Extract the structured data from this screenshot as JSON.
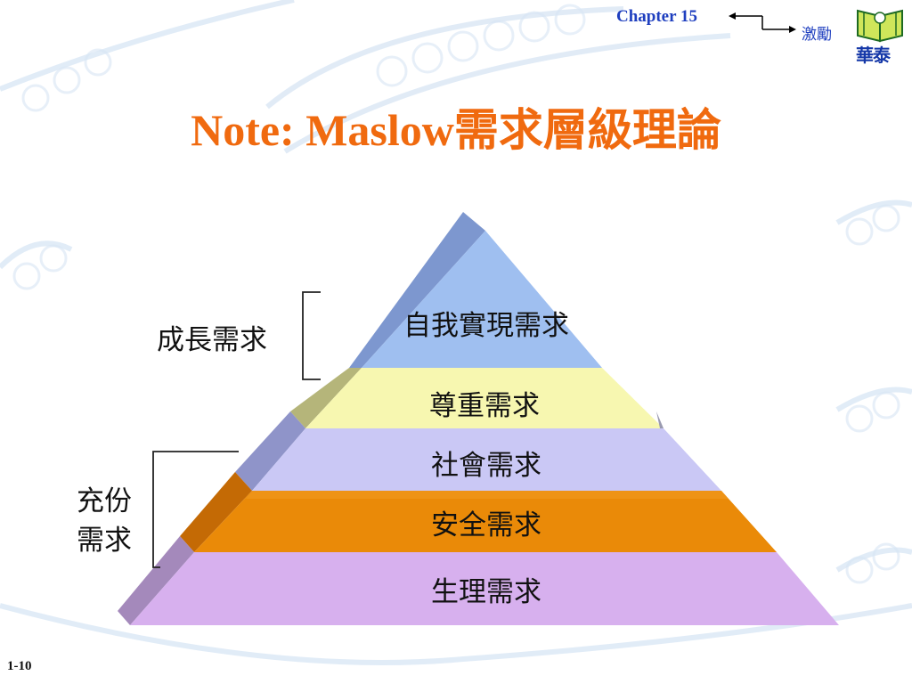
{
  "header": {
    "chapter": "Chapter 15",
    "link_label": "激勵",
    "logo_text": "華泰"
  },
  "title": "Note: Maslow需求層級理論",
  "pyramid": {
    "tiers": [
      {
        "label": "自我實現需求",
        "color": "#9fbff0"
      },
      {
        "label": "尊重需求",
        "color": "#f7f7b0"
      },
      {
        "label": "社會需求",
        "color": "#cac8f5"
      },
      {
        "label": "安全需求",
        "color": "#ea8a08"
      },
      {
        "label": "生理需求",
        "color": "#d7b0ee"
      }
    ]
  },
  "brackets": {
    "growth": "成長需求",
    "deficiency_line1": "充份",
    "deficiency_line2": "需求"
  },
  "footer": {
    "slide_number": "1-10"
  }
}
